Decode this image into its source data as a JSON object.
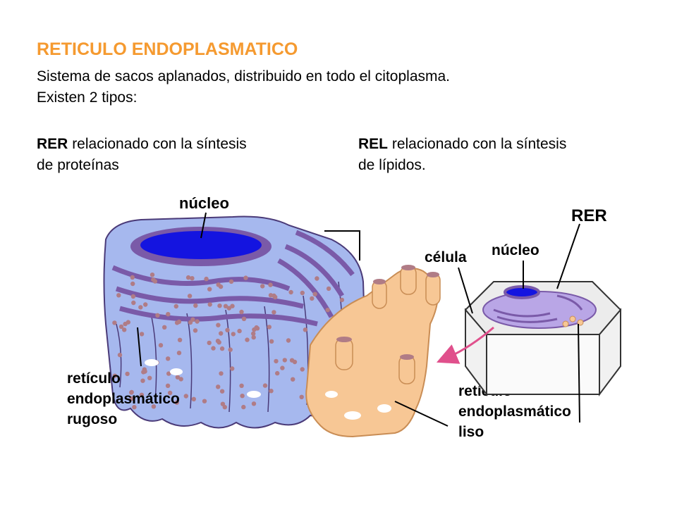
{
  "slide": {
    "title": "RETICULO ENDOPLASMATICO",
    "title_color": "#f59a30",
    "intro_line1": "Sistema de sacos aplanados, distribuido en todo el citoplasma.",
    "intro_line2": "Existen 2 tipos:"
  },
  "types": {
    "rer": {
      "abbr": "RER",
      "line1_rest": "relacionado con la síntesis",
      "line2": "de proteínas"
    },
    "rel": {
      "abbr": "REL",
      "line1_rest": "relacionado con la síntesis",
      "line2": "de lípidos."
    }
  },
  "diagram": {
    "labels": {
      "nucleo_main": "núcleo",
      "rough_er_line1": "retículo",
      "rough_er_line2": "endoplasmático",
      "rough_er_line3": "rugoso",
      "smooth_er_line1": "retículo",
      "smooth_er_line2": "endoplasmático",
      "smooth_er_line3": "liso",
      "cell": "célula",
      "nucleo_inset": "núcleo",
      "rer_inset": "RER"
    },
    "colors": {
      "rough_er": "#a6b8ee",
      "rough_er_edge": "#4a3a78",
      "ribosome": "#b07c86",
      "nucleus": "#1414e0",
      "smooth_er": "#f7c795",
      "smooth_er_edge": "#c98d55",
      "membrane_purple": "#7a5aa8",
      "arrow": "#e0508c"
    }
  }
}
